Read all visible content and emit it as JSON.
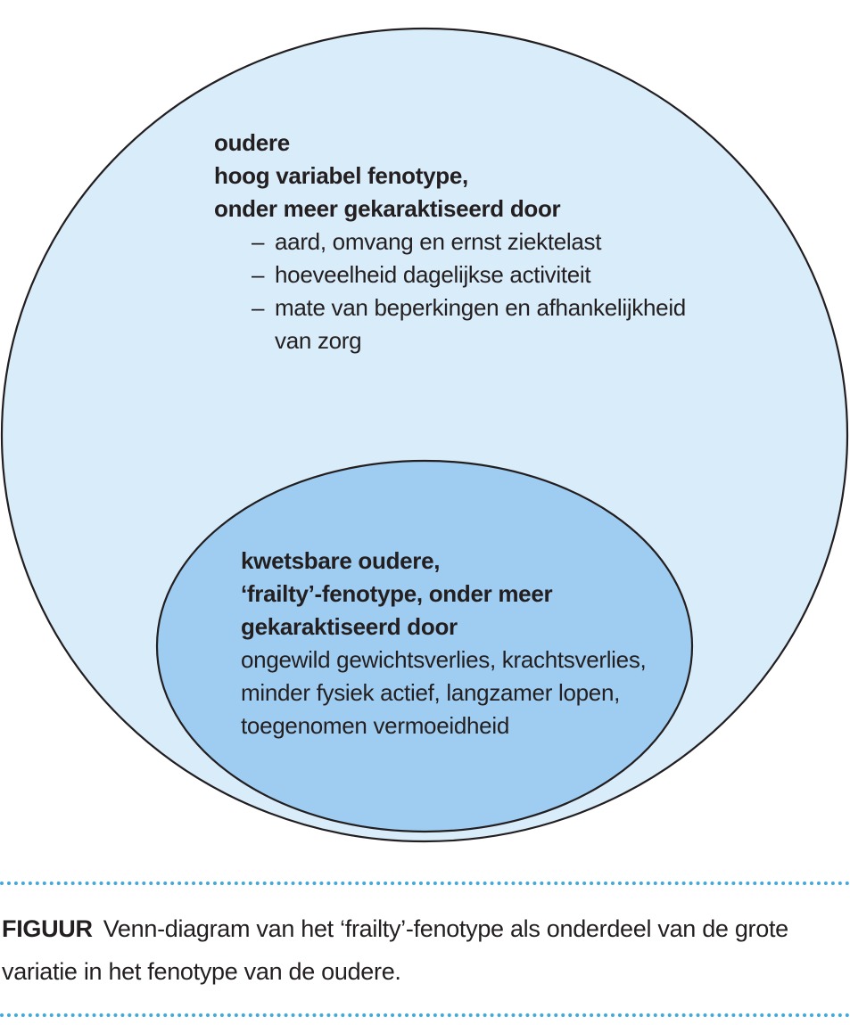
{
  "colors": {
    "outer_fill": "#d9ecfa",
    "inner_fill": "#9fcdf1",
    "stroke": "#231f20",
    "rule": "#3fa9e0",
    "text": "#231f20"
  },
  "outer_set": {
    "heading_lines": [
      "oudere",
      "hoog variabel fenotype,",
      "onder meer gekaraktiseerd door"
    ],
    "bullet_marker": "–",
    "bullets": [
      {
        "text": "aard, omvang en ernst ziektelast",
        "continuation": ""
      },
      {
        "text": "hoeveelheid dagelijkse activiteit",
        "continuation": ""
      },
      {
        "text": "mate van beperkingen en afhankelijkheid",
        "continuation": "van zorg"
      }
    ]
  },
  "inner_set": {
    "heading_lines": [
      "kwetsbare oudere,",
      "‘frailty’-fenotype, onder meer",
      "gekaraktiseerd door"
    ],
    "body_lines": [
      "ongewild gewichtsverlies, krachtsverlies,",
      "minder fysiek actief, langzamer lopen,",
      "toegenomen vermoeidheid"
    ]
  },
  "caption": {
    "label": "FIGUUR",
    "text": "Venn-diagram van het ‘frailty’-fenotype als onderdeel van de grote variatie in het fenotype van de oudere."
  }
}
